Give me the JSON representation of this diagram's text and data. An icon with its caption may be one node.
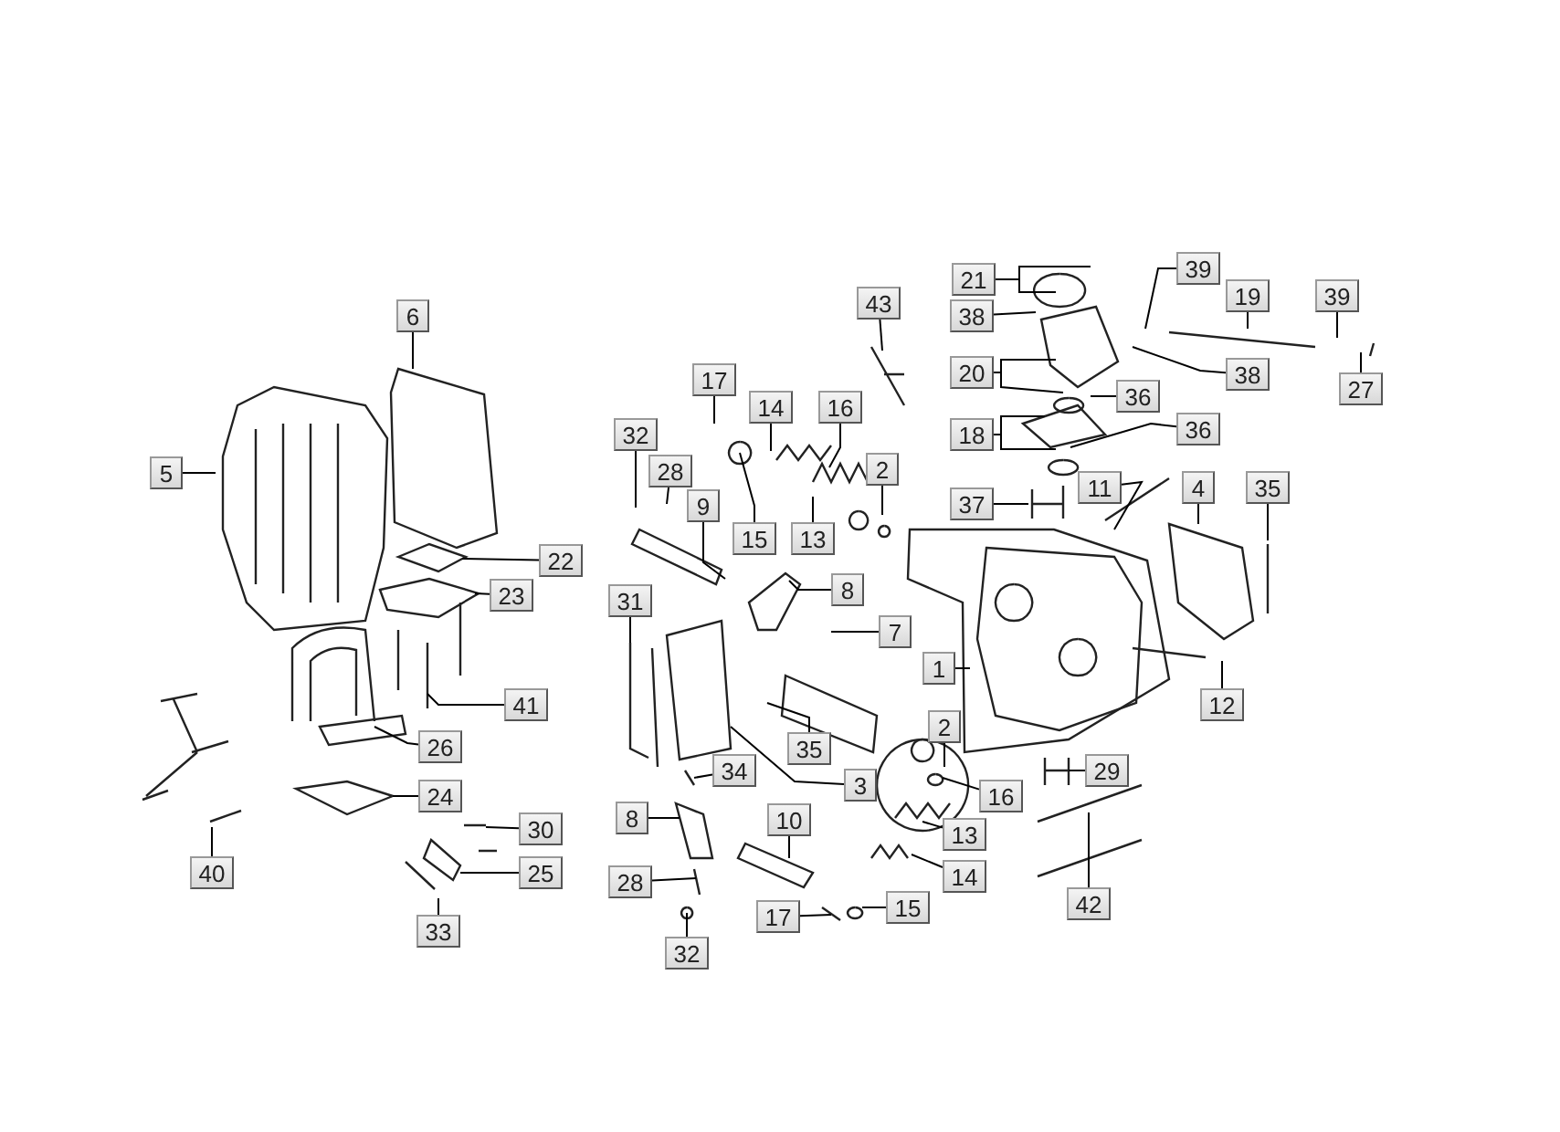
{
  "diagram": {
    "nodes": [
      {
        "text": [
          "39"
        ]
      },
      {
        "text": [
          "21"
        ]
      },
      {
        "text": [
          "19"
        ]
      },
      {
        "text": [
          "39"
        ]
      },
      {
        "text": [
          "43"
        ]
      },
      {
        "text": [
          "38"
        ]
      },
      {
        "text": [
          "6"
        ]
      },
      {
        "text": [
          "20"
        ]
      },
      {
        "text": [
          "38"
        ]
      },
      {
        "text": [
          "17"
        ]
      },
      {
        "text": [
          "27"
        ]
      },
      {
        "text": [
          "36"
        ]
      },
      {
        "text": [
          "14"
        ]
      },
      {
        "text": [
          "16"
        ]
      },
      {
        "text": [
          "36"
        ]
      },
      {
        "text": [
          "18"
        ]
      },
      {
        "text": [
          "32"
        ]
      },
      {
        "text": [
          "2"
        ]
      },
      {
        "text": [
          "28"
        ]
      },
      {
        "text": [
          "5"
        ]
      },
      {
        "text": [
          "11"
        ]
      },
      {
        "text": [
          "4"
        ]
      },
      {
        "text": [
          "35"
        ]
      },
      {
        "text": [
          "37"
        ]
      },
      {
        "text": [
          "9"
        ]
      },
      {
        "text": [
          "15"
        ]
      },
      {
        "text": [
          "13"
        ]
      },
      {
        "text": [
          "22"
        ]
      },
      {
        "text": [
          "8"
        ]
      },
      {
        "text": [
          "23"
        ]
      },
      {
        "text": [
          "31"
        ]
      },
      {
        "text": [
          "7"
        ]
      },
      {
        "text": [
          "1"
        ]
      },
      {
        "text": [
          "41"
        ]
      },
      {
        "text": [
          "12"
        ]
      },
      {
        "text": [
          "2"
        ]
      },
      {
        "text": [
          "26"
        ]
      },
      {
        "text": [
          "35"
        ]
      },
      {
        "text": [
          "29"
        ]
      },
      {
        "text": [
          "34"
        ]
      },
      {
        "text": [
          "3"
        ]
      },
      {
        "text": [
          "16"
        ]
      },
      {
        "text": [
          "24"
        ]
      },
      {
        "text": [
          "8"
        ]
      },
      {
        "text": [
          "10"
        ]
      },
      {
        "text": [
          "30"
        ]
      },
      {
        "text": [
          "13"
        ]
      },
      {
        "text": [
          "40"
        ]
      },
      {
        "text": [
          "25"
        ]
      },
      {
        "text": [
          "14"
        ]
      },
      {
        "text": [
          "28"
        ]
      },
      {
        "text": [
          "42"
        ]
      },
      {
        "text": [
          "15"
        ]
      },
      {
        "text": [
          "17"
        ]
      },
      {
        "text": [
          "33"
        ]
      },
      {
        "text": [
          "32"
        ]
      }
    ],
    "edges": [
      {
        "from": 0,
        "to": null,
        "arrow": "none"
      },
      {
        "from": 1,
        "to": null,
        "arrow": "none"
      },
      {
        "from": 1,
        "to": null,
        "arrow": "none"
      },
      {
        "from": 2,
        "to": null,
        "arrow": "none"
      },
      {
        "from": 3,
        "to": null,
        "arrow": "none"
      },
      {
        "from": 4,
        "to": null,
        "arrow": "none"
      },
      {
        "from": 5,
        "to": null,
        "arrow": "none"
      },
      {
        "from": 6,
        "to": null,
        "arrow": "none"
      },
      {
        "from": 7,
        "to": null,
        "arrow": "none"
      },
      {
        "from": 7,
        "to": null,
        "arrow": "none"
      },
      {
        "from": 8,
        "to": null,
        "arrow": "none"
      },
      {
        "from": 9,
        "to": null,
        "arrow": "none"
      },
      {
        "from": 10,
        "to": null,
        "arrow": "none"
      },
      {
        "from": 11,
        "to": null,
        "arrow": "none"
      },
      {
        "from": 12,
        "to": null,
        "arrow": "none"
      },
      {
        "from": 13,
        "to": null,
        "arrow": "none"
      },
      {
        "from": 14,
        "to": null,
        "arrow": "none"
      },
      {
        "from": 15,
        "to": null,
        "arrow": "none"
      },
      {
        "from": 15,
        "to": null,
        "arrow": "none"
      },
      {
        "from": 16,
        "to": null,
        "arrow": "none"
      },
      {
        "from": 17,
        "to": null,
        "arrow": "none"
      },
      {
        "from": 18,
        "to": null,
        "arrow": "none"
      },
      {
        "from": 19,
        "to": null,
        "arrow": "none"
      },
      {
        "from": 20,
        "to": null,
        "arrow": "none"
      },
      {
        "from": 21,
        "to": null,
        "arrow": "none"
      },
      {
        "from": 22,
        "to": null,
        "arrow": "none"
      },
      {
        "from": 23,
        "to": null,
        "arrow": "none"
      },
      {
        "from": 24,
        "to": null,
        "arrow": "none"
      },
      {
        "from": 25,
        "to": null,
        "arrow": "none"
      },
      {
        "from": 26,
        "to": null,
        "arrow": "none"
      },
      {
        "from": 27,
        "to": null,
        "arrow": "none"
      },
      {
        "from": 28,
        "to": null,
        "arrow": "none"
      },
      {
        "from": 29,
        "to": null,
        "arrow": "none"
      },
      {
        "from": 30,
        "to": null,
        "arrow": "none"
      },
      {
        "from": 31,
        "to": null,
        "arrow": "none"
      },
      {
        "from": 32,
        "to": null,
        "arrow": "none"
      },
      {
        "from": 33,
        "to": null,
        "arrow": "none"
      },
      {
        "from": 34,
        "to": null,
        "arrow": "none"
      },
      {
        "from": 35,
        "to": null,
        "arrow": "none"
      },
      {
        "from": 36,
        "to": null,
        "arrow": "none"
      },
      {
        "from": 37,
        "to": null,
        "arrow": "none"
      },
      {
        "from": 38,
        "to": null,
        "arrow": "none"
      },
      {
        "from": 39,
        "to": null,
        "arrow": "none"
      },
      {
        "from": 40,
        "to": null,
        "arrow": "none"
      },
      {
        "from": 41,
        "to": null,
        "arrow": "none"
      },
      {
        "from": 42,
        "to": null,
        "arrow": "none"
      },
      {
        "from": 43,
        "to": null,
        "arrow": "none"
      },
      {
        "from": 44,
        "to": null,
        "arrow": "none"
      },
      {
        "from": 45,
        "to": null,
        "arrow": "none"
      },
      {
        "from": 46,
        "to": null,
        "arrow": "none"
      },
      {
        "from": 47,
        "to": null,
        "arrow": "none"
      },
      {
        "from": 48,
        "to": null,
        "arrow": "none"
      },
      {
        "from": 49,
        "to": null,
        "arrow": "none"
      },
      {
        "from": 50,
        "to": null,
        "arrow": "none"
      },
      {
        "from": 51,
        "to": null,
        "arrow": "none"
      },
      {
        "from": 52,
        "to": null,
        "arrow": "none"
      },
      {
        "from": 53,
        "to": null,
        "arrow": "none"
      },
      {
        "from": 54,
        "to": null,
        "arrow": "none"
      },
      {
        "from": 55,
        "to": null,
        "arrow": "none"
      }
    ]
  }
}
